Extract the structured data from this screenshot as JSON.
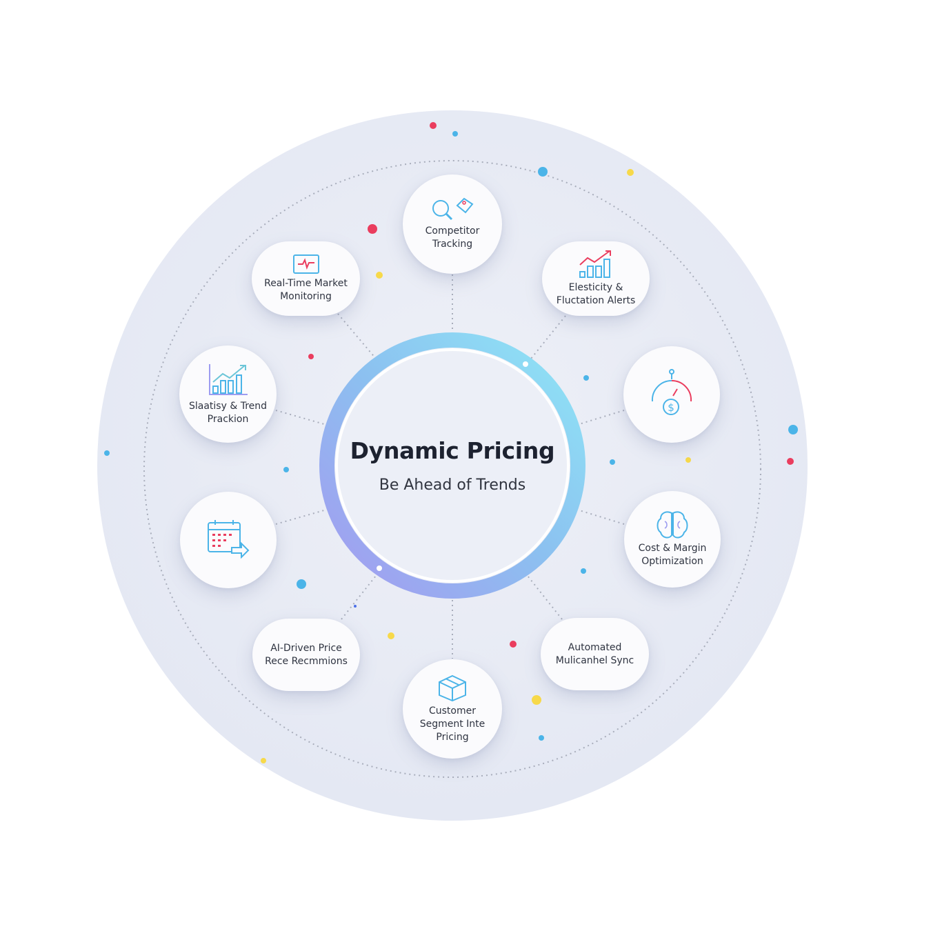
{
  "center": {
    "title": "Dynamic Pricing",
    "subtitle": "Be Ahead of Trends"
  },
  "nodes": [
    {
      "label": "Competitor Tracking",
      "icon": "magnifier-tag-icon"
    },
    {
      "label": "Real-Time Market Monitoring",
      "icon": "heartbeat-monitor-icon"
    },
    {
      "label": "Elesticity & Fluctation Alerts",
      "icon": "bar-chart-trend-icon"
    },
    {
      "label": "Slaatisy & Trend Prackion",
      "icon": "bar-chart-growth-icon"
    },
    {
      "label": "",
      "icon": "gauge-dollar-icon"
    },
    {
      "label": "",
      "icon": "calendar-arrow-icon"
    },
    {
      "label": "Cost & Margin Optimization",
      "icon": "brain-icon"
    },
    {
      "label": "AI-Driven Price Rece Recmmions",
      "icon": ""
    },
    {
      "label": "Customer Segment Inte Pricing",
      "icon": "box-icon"
    },
    {
      "label": "Automated Mulicanhel Sync",
      "icon": ""
    }
  ],
  "colors": {
    "accent_blue": "#4bb4e8",
    "accent_red": "#ea3d5e",
    "accent_yellow": "#f7d94a",
    "ring_start": "#8fe3f5",
    "ring_end": "#9d9cf0",
    "text": "#2e3340"
  }
}
